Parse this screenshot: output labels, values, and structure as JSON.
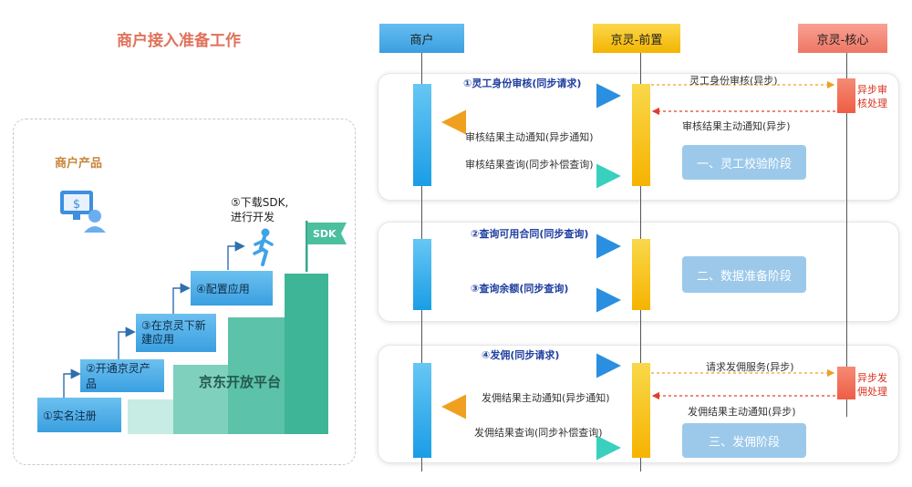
{
  "title": "商户接入准备工作",
  "left": {
    "product_label": "商户产品",
    "steps": [
      "①实名注册",
      "②开通京灵产品",
      "③在京灵下新建应用",
      "④配置应用"
    ],
    "step3_lines": [
      "③在京灵下新",
      "建应用"
    ],
    "sdk_step_lines": [
      "⑤下载SDK,",
      "进行开发"
    ],
    "sdk_flag": "SDK",
    "platform": "京东开放平台"
  },
  "lanes": [
    "商户",
    "京灵-前置",
    "京灵-核心"
  ],
  "stages": [
    {
      "phase": "一、灵工校验阶段",
      "messages": [
        "①灵工身份审核(同步请求)",
        "灵工身份审核(异步)",
        "审核结果主动通知(异步)",
        "审核结果主动通知(异步通知)",
        "审核结果查询(同步补偿查询)"
      ],
      "note_lines": [
        "异步审",
        "核处理"
      ]
    },
    {
      "phase": "二、数据准备阶段",
      "messages": [
        "②查询可用合同(同步查询)",
        "③查询余额(同步查询)"
      ]
    },
    {
      "phase": "三、发佣阶段",
      "messages": [
        "④发佣(同步请求)",
        "请求发佣服务(异步)",
        "发佣结果主动通知(异步)",
        "发佣结果主动通知(异步通知)",
        "发佣结果查询(同步补偿查询)"
      ],
      "note_lines": [
        "异步发",
        "佣处理"
      ]
    }
  ],
  "colors": {
    "merchant": "#4aa8e6",
    "front": "#f8c623",
    "core": "#f07a68",
    "title": "#e0715a",
    "platform": "#2fb193"
  }
}
